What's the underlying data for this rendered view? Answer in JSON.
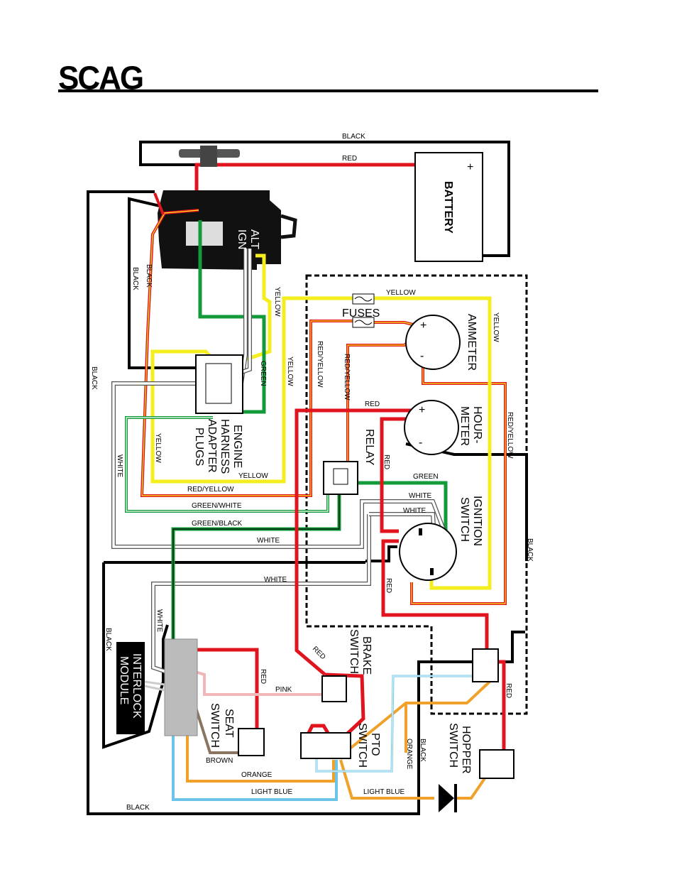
{
  "brand": "SCAG",
  "components": {
    "battery": "BATTERY",
    "alt": "ALT",
    "ign": "IGN",
    "fuses": "FUSES",
    "ammeter": "AMMETER",
    "hour1": "HOUR-",
    "hour2": "METER",
    "relay": "RELAY",
    "eng1": "ENGINE",
    "eng2": "HARNESS",
    "eng3": "ADAPTER",
    "eng4": "PLUGS",
    "ign1": "IGNITION",
    "ign2": "SWITCH",
    "brake1": "BRAKE",
    "brake2": "SWITCH",
    "inter1": "INTERLOCK",
    "inter2": "MODULE",
    "seat1": "SEAT",
    "seat2": "SWITCH",
    "pto1": "PTO",
    "pto2": "SWITCH",
    "hopper1": "HOPPER",
    "hopper2": "SWITCH"
  },
  "wire_labels": {
    "black_top": "BLACK",
    "red_top": "RED",
    "black_eng1": "BLACK",
    "black_eng2": "BLACK",
    "black_left": "BLACK",
    "yellow_alt": "YELLOW",
    "green_alt": "GREEN",
    "yellow_mid": "YELLOW",
    "yellow_fuse": "YELLOW",
    "yellow_right": "YELLOW",
    "red_yellow_1": "RED/YELLOW",
    "red_yellow_2": "RED/YELLOW",
    "red_yellow_right": "RED/YELLOW",
    "red_relay": "RED",
    "red_hour": "RED",
    "yellow_plug": "YELLOW",
    "yellow_bottom": "YELLOW",
    "white_left": "WHITE",
    "red_yellow_bottom": "RED/YELLOW",
    "green_white": "GREEN/WHITE",
    "green_black": "GREEN/BLACK",
    "white_mid": "WHITE",
    "green_ign": "GREEN",
    "white_ign1": "WHITE",
    "white_ign2": "WHITE",
    "black_ign": "BLACK",
    "red_ign": "RED",
    "white_low": "WHITE",
    "white_vert": "WHITE",
    "black_inter": "BLACK",
    "red_brake": "RED",
    "red_inter": "RED",
    "pink": "PINK",
    "brown": "BROWN",
    "orange": "ORANGE",
    "orange_vert": "ORANGE",
    "black_pto": "BLACK",
    "light_blue1": "LIGHT BLUE",
    "light_blue2": "LIGHT BLUE",
    "black_bottom": "BLACK",
    "red_hopper": "RED"
  },
  "colors": {
    "red": "#e0141e",
    "yellow": "#f5ee1e",
    "green": "#139a3a",
    "orange": "#f0a12a",
    "light_blue": "#6cc4e8",
    "pink": "#f0b6b8",
    "brown": "#8a7560",
    "white_wire": "#ffffff",
    "black": "#000000"
  }
}
